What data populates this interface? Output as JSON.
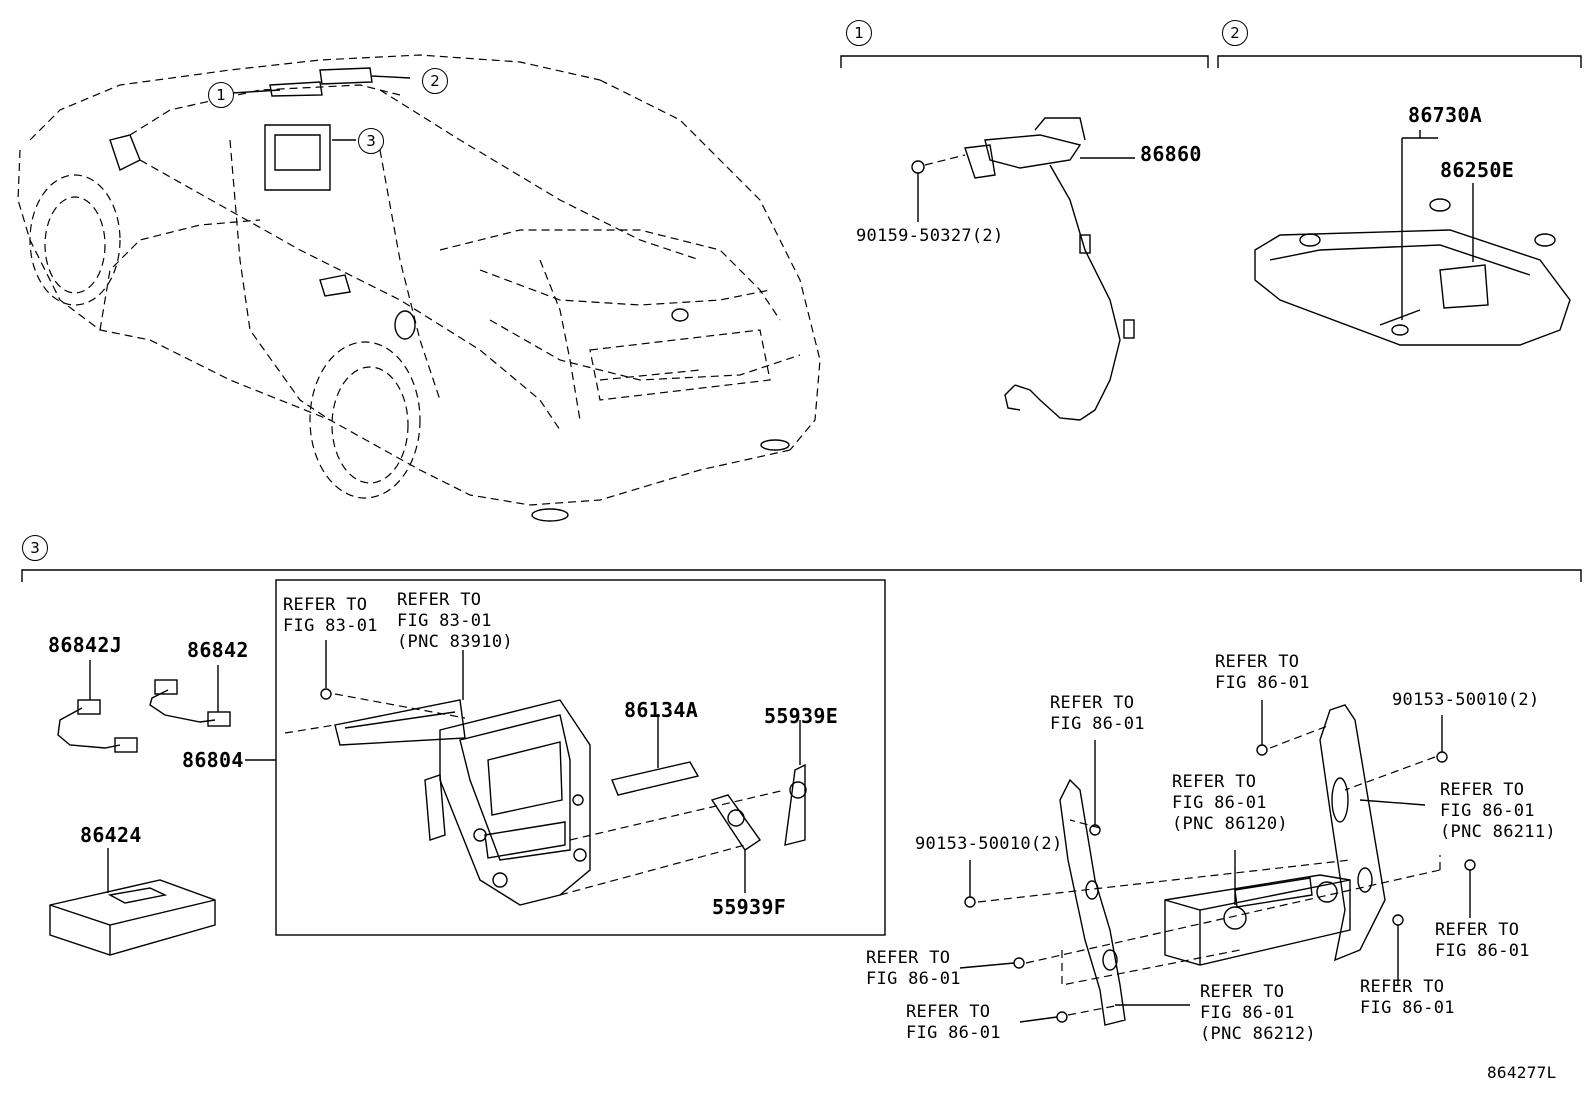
{
  "callouts": {
    "c1": "1",
    "c2": "2",
    "c3": "3"
  },
  "sections": {
    "s1": "1",
    "s2": "2",
    "s3": "3"
  },
  "parts": {
    "p86860": "86860",
    "p90159": "90159-50327(2)",
    "p86730A": "86730A",
    "p86250E": "86250E",
    "p86842J": "86842J",
    "p86842": "86842",
    "p86804": "86804",
    "p86134A": "86134A",
    "p55939E": "55939E",
    "p55939F": "55939F",
    "p86424": "86424",
    "p90153a": "90153-50010(2)",
    "p90153b": "90153-50010(2)"
  },
  "refs": {
    "r8301a": "REFER TO\nFIG 83-01",
    "r8301b": "REFER TO\nFIG 83-01\n(PNC 83910)",
    "r8601_top": "REFER TO\nFIG 86-01",
    "r8601_upper": "REFER TO\nFIG 86-01",
    "r86120": "REFER TO\nFIG 86-01\n(PNC 86120)",
    "r86211": "REFER TO\nFIG 86-01\n(PNC 86211)",
    "r8601_right": "REFER TO\nFIG 86-01",
    "r8601_left": "REFER TO\nFIG 86-01",
    "r8601_bottom_left": "REFER TO\nFIG 86-01",
    "r86212": "REFER TO\nFIG 86-01\n(PNC 86212)",
    "r8601_bottom_right": "REFER TO\nFIG 86-01"
  },
  "figure_code": "864277L"
}
